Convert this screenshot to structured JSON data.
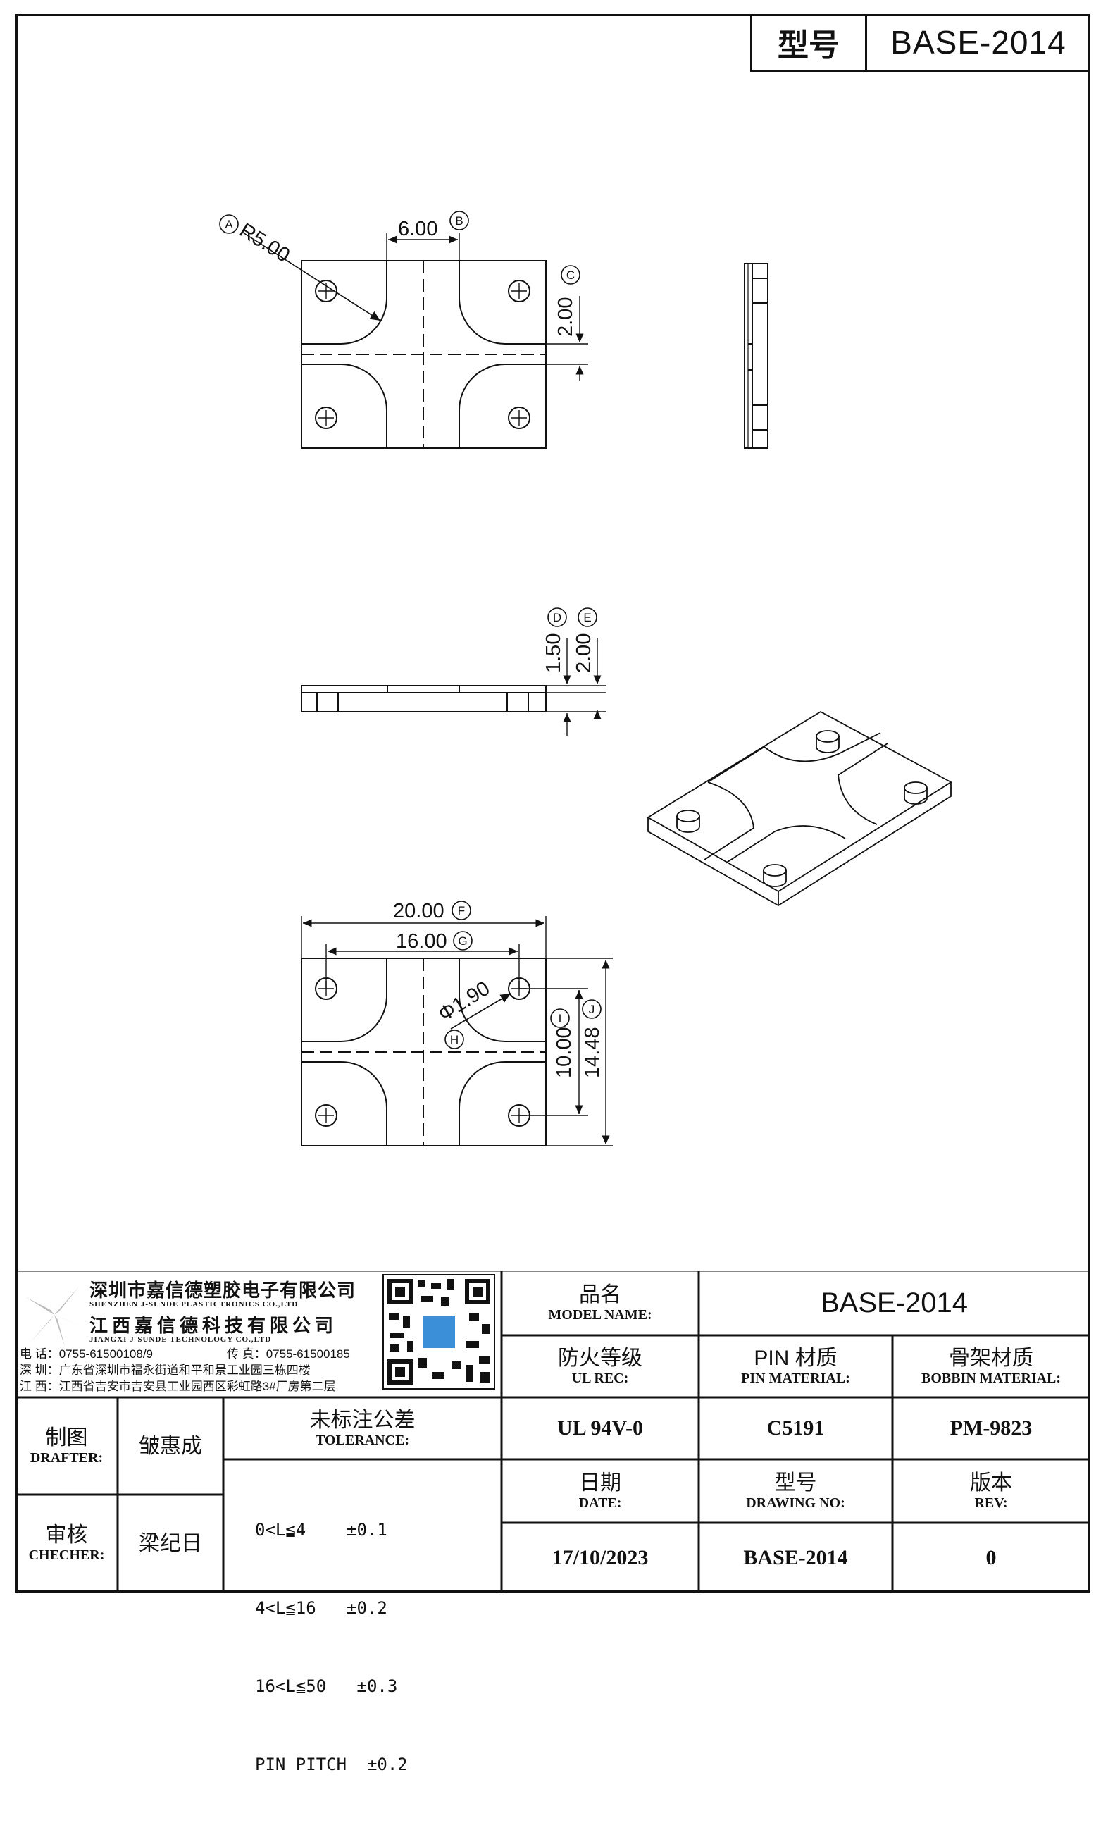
{
  "header": {
    "model_label": "型号",
    "model_value": "BASE-2014"
  },
  "dims": {
    "A": "A",
    "A_text": "R5.00",
    "B": "B",
    "B_text": "6.00",
    "C": "C",
    "C_text": "2.00",
    "D": "D",
    "D_text": "1.50",
    "E": "E",
    "E_text": "2.00",
    "F": "F",
    "F_text": "20.00",
    "G": "G",
    "G_text": "16.00",
    "H": "H",
    "H_text": "Φ1.90",
    "I": "I",
    "I_text": "10.00",
    "J": "J",
    "J_text": "14.48"
  },
  "company": {
    "name1_cn": "深圳市嘉信德塑胶电子有限公司",
    "name1_en": "SHENZHEN J-SUNDE PLASTICTRONICS CO.,LTD",
    "name2_cn": "江西嘉信德科技有限公司",
    "name2_en": "JIANGXI J-SUNDE TECHNOLOGY CO.,LTD",
    "phone": "电 话：0755-61500108/9",
    "fax": "传 真：0755-61500185",
    "addr_sz": "深 圳：广东省深圳市福永街道和平和景工业园三栋四楼",
    "addr_jx": "江 西：江西省吉安市吉安县工业园西区彩虹路3#厂房第二层"
  },
  "title_block": {
    "model_name_cn": "品名",
    "model_name_en": "MODEL NAME:",
    "model_name_value": "BASE-2014",
    "ul_cn": "防火等级",
    "ul_en": "UL REC:",
    "ul_value": "UL 94V-0",
    "pin_cn": "PIN 材质",
    "pin_en": "PIN MATERIAL:",
    "pin_value": "C5191",
    "bobbin_cn": "骨架材质",
    "bobbin_en": "BOBBIN MATERIAL:",
    "bobbin_value": "PM-9823",
    "drafter_cn": "制图",
    "drafter_en": "DRAFTER:",
    "drafter_value": "皱惠成",
    "checker_cn": "审核",
    "checker_en": "CHECHER:",
    "checker_value": "梁纪日",
    "tol_cn": "未标注公差",
    "tol_en": "TOLERANCE:",
    "tol_rows": [
      "0<L≦4    ±0.1",
      "4<L≦16   ±0.2",
      "16<L≦50   ±0.3",
      "PIN PITCH  ±0.2"
    ],
    "date_cn": "日期",
    "date_en": "DATE:",
    "date_value": "17/10/2023",
    "drawing_cn": "型号",
    "drawing_en": "DRAWING NO:",
    "drawing_value": "BASE-2014",
    "rev_cn": "版本",
    "rev_en": "REV:",
    "rev_value": "0"
  }
}
